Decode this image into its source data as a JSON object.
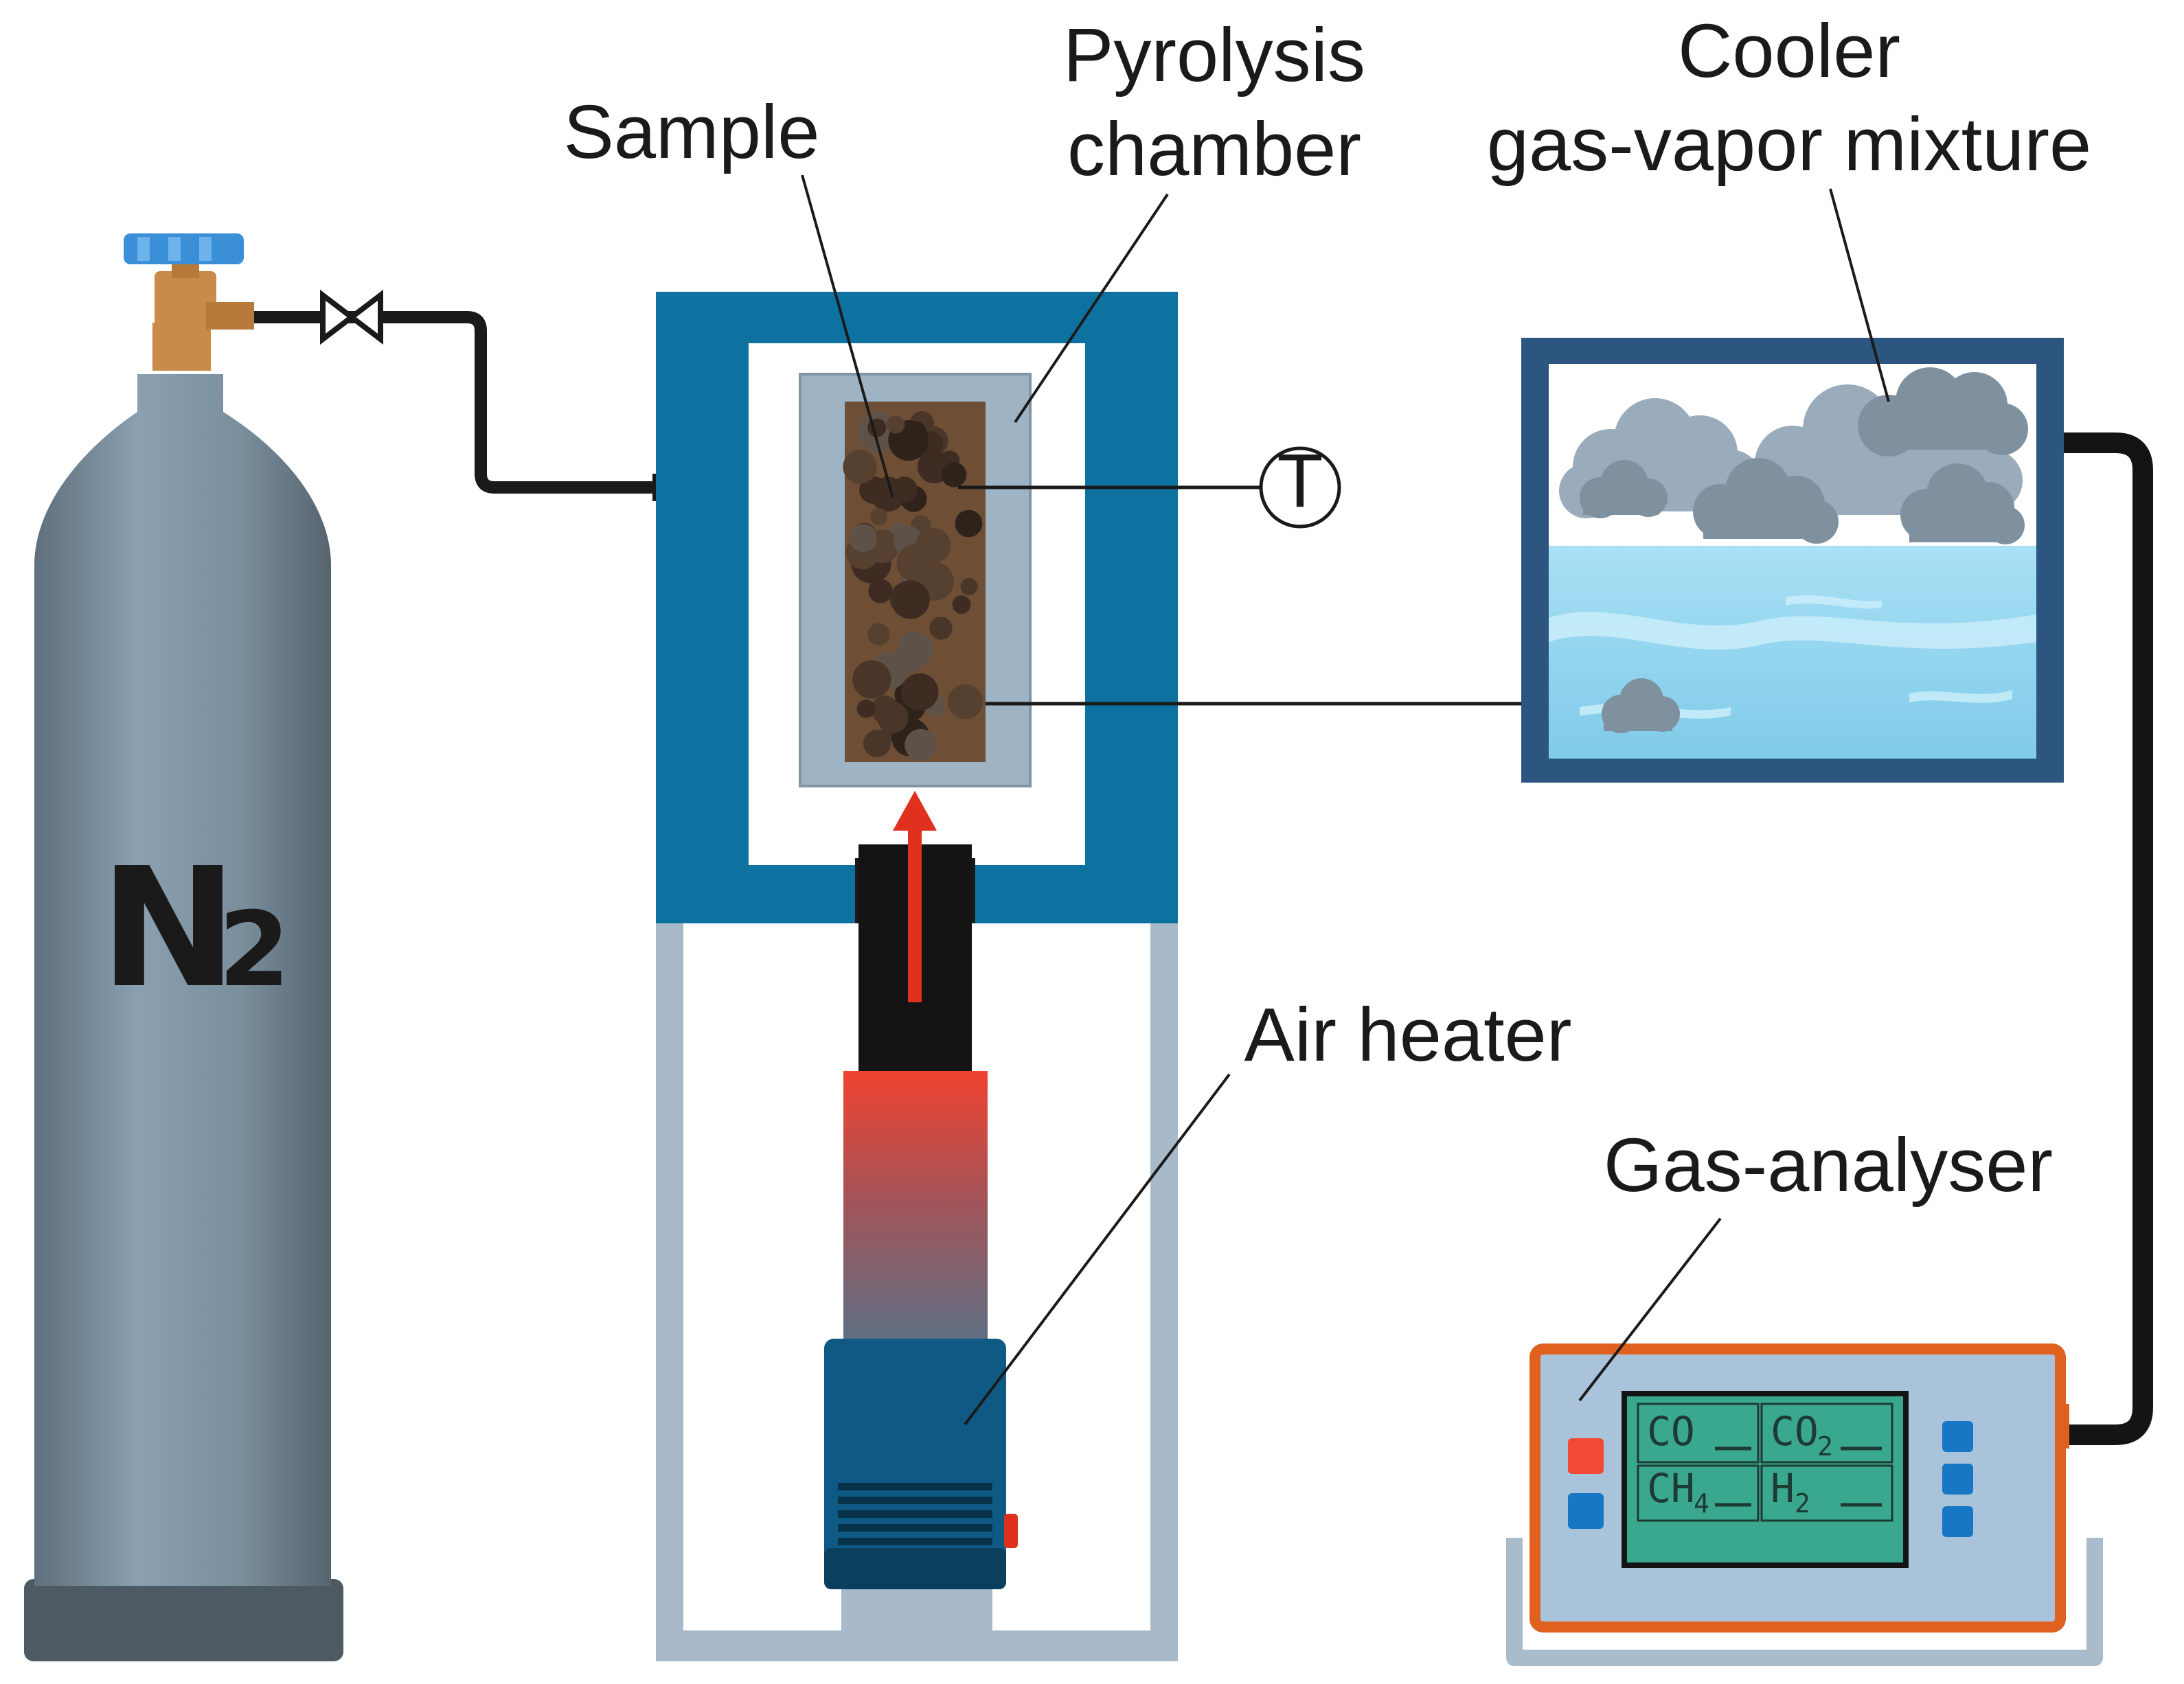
{
  "labels": {
    "sample": "Sample",
    "pyrolysis_line1": "Pyrolysis",
    "pyrolysis_line2": "chamber",
    "cooler_line1": "Cooler",
    "cooler_line2": "gas-vapor mixture",
    "air_heater": "Air heater",
    "gas_analyser": "Gas-analyser"
  },
  "cylinder": {
    "gas": "N",
    "subscript": "2"
  },
  "thermocouple": {
    "symbol": "T"
  },
  "analyser_display": {
    "co": "CO",
    "co2_base": "CO",
    "co2_sub": "2",
    "ch4_base": "CH",
    "ch4_sub": "4",
    "h2_base": "H",
    "h2_sub": "2"
  },
  "colors": {
    "cylinder_body": "#7d8f9c",
    "cylinder_base": "#4d5a63",
    "valve_knob": "#3b8fd6",
    "valve_brass": "#c98a4a",
    "furnace_frame": "#0d72a0",
    "stand": "#a8bac9",
    "chamber_wall": "#9eb3c3",
    "sample_fill": "#6e4f35",
    "heat_arrow": "#e0311f",
    "heater_body": "#0e5a85",
    "cooler_frame": "#2c5680",
    "water": "#8fd3ee",
    "cloud": "#8d9eae",
    "analyser_border": "#e0601f",
    "analyser_body": "#a9c4da",
    "lcd_screen": "#3aa88e",
    "button_red": "#f04a35",
    "button_blue": "#1777c4"
  }
}
